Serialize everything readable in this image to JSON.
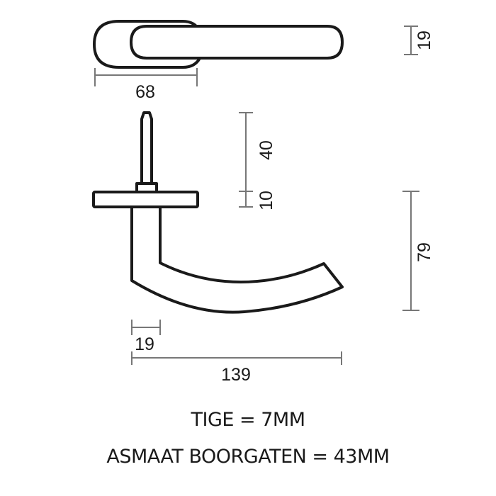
{
  "diagram": {
    "title": "Window handle technical drawing",
    "colors": {
      "outline": "#1a1a1a",
      "dimension_line": "#777777",
      "background": "#ffffff"
    },
    "top_view": {
      "dimensions": {
        "rose_width": "68",
        "height": "19"
      }
    },
    "side_view": {
      "dimensions": {
        "spindle_length": "40",
        "rose_thickness": "10",
        "lever_drop": "79",
        "neck_width": "19",
        "total_length": "139"
      }
    },
    "captions": {
      "spindle": "TIGE = 7MM",
      "hole_spacing": "ASMAAT BOORGATEN = 43MM"
    }
  }
}
